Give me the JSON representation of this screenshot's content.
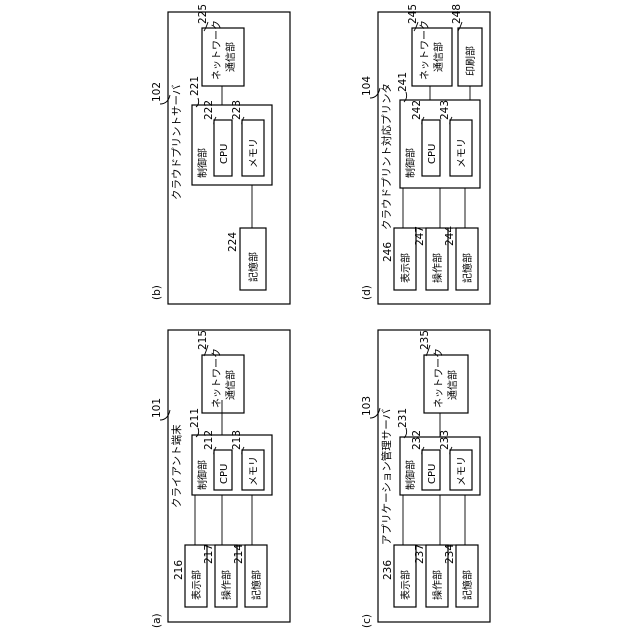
{
  "panel_a": {
    "label": "(a)",
    "ref": "101",
    "title": "クライアント端末",
    "control": {
      "label": "制御部",
      "ref": "211",
      "cpu": "CPU",
      "cpu_ref": "212",
      "mem": "メモリ",
      "mem_ref": "213"
    },
    "net": {
      "line1": "ネットワーク",
      "line2": "通信部",
      "ref": "215"
    },
    "units": [
      {
        "label": "表示部",
        "ref": "216"
      },
      {
        "label": "操作部",
        "ref": "217"
      },
      {
        "label": "記憶部",
        "ref": "214"
      }
    ]
  },
  "panel_b": {
    "label": "(b)",
    "ref": "102",
    "title": "クラウドプリントサーバ",
    "control": {
      "label": "制御部",
      "ref": "221",
      "cpu": "CPU",
      "cpu_ref": "222",
      "mem": "メモリ",
      "mem_ref": "223"
    },
    "net": {
      "line1": "ネットワーク",
      "line2": "通信部",
      "ref": "225"
    },
    "storage": {
      "label": "記憶部",
      "ref": "224"
    }
  },
  "panel_c": {
    "label": "(c)",
    "ref": "103",
    "title": "アプリケーション管理サーバ",
    "control": {
      "label": "制御部",
      "ref": "231",
      "cpu": "CPU",
      "cpu_ref": "232",
      "mem": "メモリ",
      "mem_ref": "233"
    },
    "net": {
      "line1": "ネットワーク",
      "line2": "通信部",
      "ref": "235"
    },
    "units": [
      {
        "label": "表示部",
        "ref": "236"
      },
      {
        "label": "操作部",
        "ref": "237"
      },
      {
        "label": "記憶部",
        "ref": "234"
      }
    ]
  },
  "panel_d": {
    "label": "(d)",
    "ref": "104",
    "title": "クラウドプリント対応プリンタ",
    "control": {
      "label": "制御部",
      "ref": "241",
      "cpu": "CPU",
      "cpu_ref": "242",
      "mem": "メモリ",
      "mem_ref": "243"
    },
    "net": {
      "line1": "ネットワーク",
      "line2": "通信部",
      "ref": "245"
    },
    "print": {
      "label": "印刷部",
      "ref": "248"
    },
    "units": [
      {
        "label": "表示部",
        "ref": "246"
      },
      {
        "label": "操作部",
        "ref": "247"
      },
      {
        "label": "記憶部",
        "ref": "244"
      }
    ]
  }
}
